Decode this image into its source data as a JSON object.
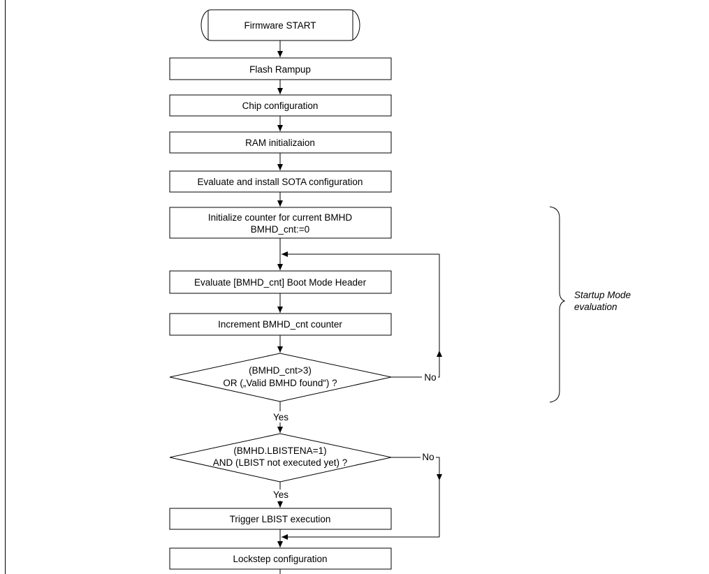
{
  "flowchart": {
    "steps": {
      "start": "Firmware START",
      "flash_rampup": "Flash Rampup",
      "chip_config": "Chip configuration",
      "ram_init": "RAM initializaion",
      "sota_config": "Evaluate and install SOTA configuration",
      "init_counter_line1": "Initialize counter for current BMHD",
      "init_counter_line2": "BMHD_cnt:=0",
      "evaluate_bmhd": "Evaluate [BMHD_cnt] Boot Mode Header",
      "increment_counter": "Increment BMHD_cnt counter",
      "trigger_lbist": "Trigger LBIST execution",
      "lockstep_config": "Lockstep configuration"
    },
    "decisions": {
      "bmhd_check_line1": "(BMHD_cnt>3)",
      "bmhd_check_line2": "OR („Valid BMHD found“) ?",
      "lbist_check_line1": "(BMHD.LBISTENA=1)",
      "lbist_check_line2": "AND (LBIST not executed yet) ?"
    },
    "labels": {
      "yes_1": "Yes",
      "no_1": "No",
      "yes_2": "Yes",
      "no_2": "No"
    },
    "annotation": {
      "line1": "Startup Mode",
      "line2": "evaluation"
    }
  }
}
